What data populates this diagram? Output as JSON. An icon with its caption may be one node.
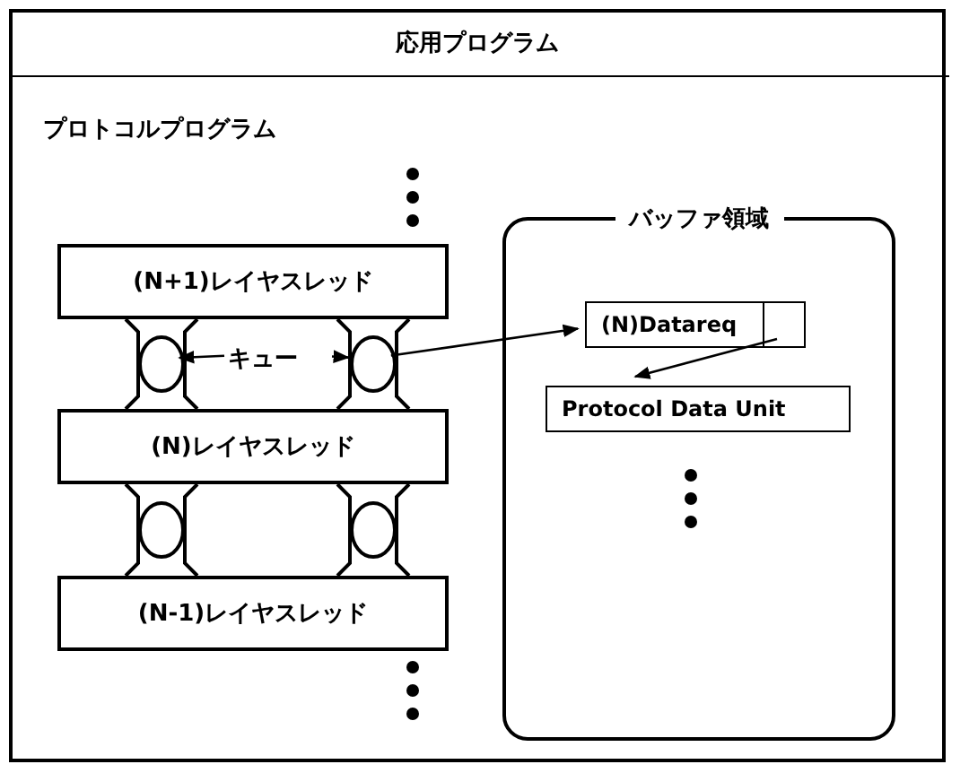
{
  "diagram": {
    "nodes": [
      {
        "text": [
          "応用プログラム"
        ]
      },
      {
        "text": [
          "プロトコルプログラム"
        ],
        "in": 0
      },
      {
        "text": [
          "(N+1)レイヤスレッド"
        ],
        "in": 1
      },
      {
        "text": [
          "(N)レイヤスレッド"
        ],
        "in": 1
      },
      {
        "text": [
          "(N-1)レイヤスレッド"
        ],
        "in": 1
      },
      {
        "text": [],
        "shape": "circle",
        "in": 1
      },
      {
        "text": [],
        "shape": "circle",
        "in": 1
      },
      {
        "text": [],
        "shape": "circle",
        "in": 1
      },
      {
        "text": [],
        "shape": "circle",
        "in": 1
      },
      {
        "text": [
          "キュー"
        ],
        "in": 1
      },
      {
        "text": [
          "バッファ領域"
        ],
        "in": 1
      },
      {
        "text": [
          "(N)Datareq"
        ],
        "in": 10
      },
      {
        "text": [],
        "shape": "box",
        "in": 10
      },
      {
        "text": [
          "Protocol Data Unit"
        ],
        "in": 10
      }
    ],
    "edges": [
      {
        "from": 9,
        "to": 5,
        "arrow": "to"
      },
      {
        "from": 9,
        "to": 6,
        "arrow": "to"
      },
      {
        "from": 6,
        "to": 11,
        "arrow": "to"
      },
      {
        "from": 12,
        "to": 13,
        "arrow": "to"
      }
    ]
  }
}
